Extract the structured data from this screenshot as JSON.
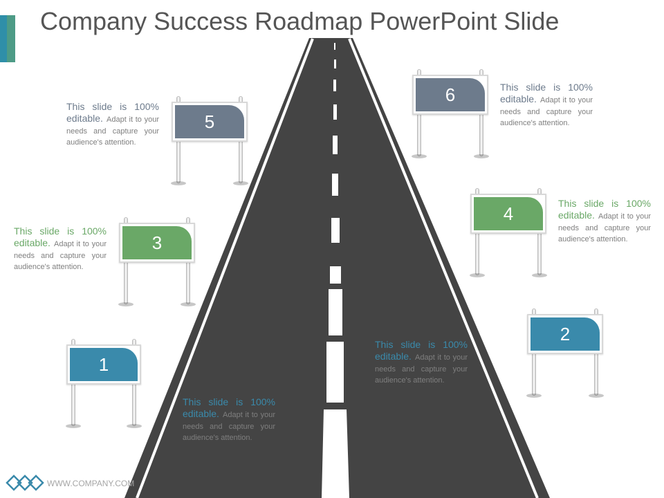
{
  "slide": {
    "title": "Company Success Roadmap PowerPoint Slide",
    "footer_url": "WWW.COMPANY.COM"
  },
  "colors": {
    "blue": "#3a8aab",
    "green": "#6aa867",
    "gray": "#6d7b8c",
    "road": "#444444"
  },
  "signs": [
    {
      "number": "1",
      "color": "#3a8aab"
    },
    {
      "number": "2",
      "color": "#3a8aab"
    },
    {
      "number": "3",
      "color": "#6aa867"
    },
    {
      "number": "4",
      "color": "#6aa867"
    },
    {
      "number": "5",
      "color": "#6d7b8c"
    },
    {
      "number": "6",
      "color": "#6d7b8c"
    }
  ],
  "captions": [
    {
      "head": "This slide is 100% editable.",
      "body": "Adapt it to your needs and capture your audience's attention."
    },
    {
      "head": "This slide is 100% editable.",
      "body": "Adapt it to your needs and capture your audience's attention."
    },
    {
      "head": "This slide is 100% editable.",
      "body": "Adapt it to your needs and capture your audience's attention."
    },
    {
      "head": "This slide is 100% editable.",
      "body": "Adapt it to your needs and capture your audience's attention."
    },
    {
      "head": "This slide is 100% editable.",
      "body": "Adapt it to your needs and capture your audience's attention."
    },
    {
      "head": "This slide is 100% editable.",
      "body": "Adapt it to your needs and capture your audience's attention."
    }
  ]
}
